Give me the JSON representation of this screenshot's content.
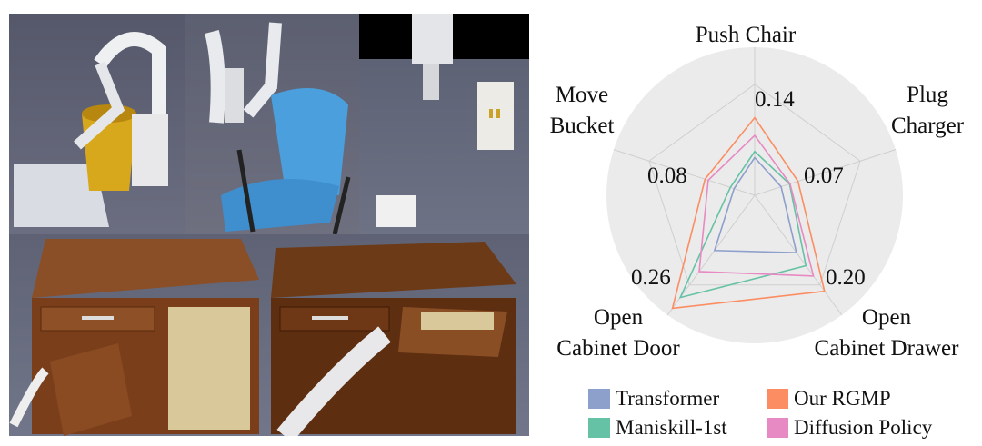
{
  "photos": {
    "panels": [
      "move-bucket-scene",
      "push-chair-scene",
      "plug-charger-scene",
      "open-cabinet-door-scene",
      "open-cabinet-drawer-scene"
    ]
  },
  "chart_data": {
    "type": "radar",
    "axes": [
      "Push Chair",
      "Plug Charger",
      "Open Cabinet Drawer",
      "Open Cabinet Door",
      "Move Bucket"
    ],
    "axis_labels": [
      [
        "Push Chair"
      ],
      [
        "Plug",
        "Charger"
      ],
      [
        "Open",
        "Cabinet Drawer"
      ],
      [
        "Open",
        "Cabinet Door"
      ],
      [
        "Move",
        "Bucket"
      ]
    ],
    "value_annotations": [
      "0.14",
      "0.07",
      "0.20",
      "0.26",
      "0.08"
    ],
    "rmax": 0.267,
    "grid_levels": [
      0.2
    ],
    "series": [
      {
        "name": "Transformer",
        "color": "#8da0cb",
        "values": [
          0.068,
          0.05,
          0.128,
          0.123,
          0.039
        ]
      },
      {
        "name": "Maniskill-1st",
        "color": "#66c2a5",
        "values": [
          0.079,
          0.066,
          0.157,
          0.228,
          0.046
        ]
      },
      {
        "name": "Our RGMP",
        "color": "#fc8d62",
        "values": [
          0.14,
          0.082,
          0.214,
          0.252,
          0.094
        ]
      },
      {
        "name": "Diffusion Policy",
        "color": "#e78ac3",
        "values": [
          0.108,
          0.067,
          0.18,
          0.17,
          0.088
        ]
      }
    ],
    "legend": [
      {
        "label": "Transformer",
        "color": "#8da0cb"
      },
      {
        "label": "Our RGMP",
        "color": "#fc8d62"
      },
      {
        "label": "Maniskill-1st",
        "color": "#66c2a5"
      },
      {
        "label": "Diffusion Policy",
        "color": "#e78ac3"
      }
    ]
  }
}
